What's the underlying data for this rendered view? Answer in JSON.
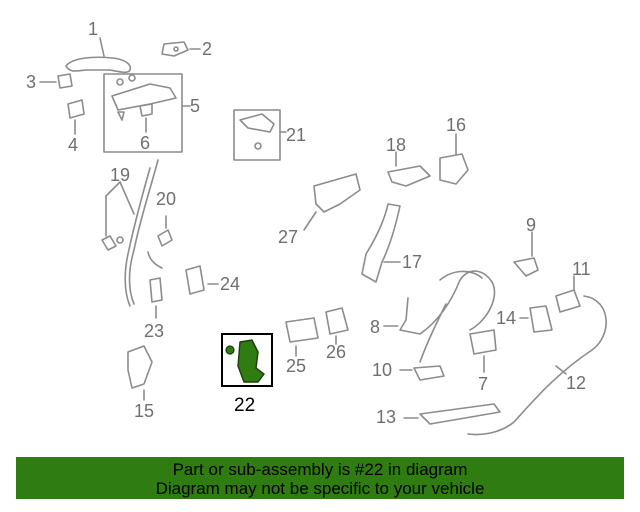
{
  "diagram": {
    "selected_part": "22",
    "callouts": {
      "p1": "1",
      "p2": "2",
      "p3": "3",
      "p4": "4",
      "p5": "5",
      "p6": "6",
      "p7": "7",
      "p8": "8",
      "p9": "9",
      "p10": "10",
      "p11": "11",
      "p12": "12",
      "p13": "13",
      "p14": "14",
      "p15": "15",
      "p16": "16",
      "p17": "17",
      "p18": "18",
      "p19": "19",
      "p20": "20",
      "p21": "21",
      "p22": "22",
      "p23": "23",
      "p24": "24",
      "p25": "25",
      "p26": "26",
      "p27": "27"
    },
    "colors": {
      "line": "#8c8c8c",
      "label": "#6f6f6f",
      "highlight": "#2f7d10"
    }
  },
  "footer": {
    "line1": "Part or sub-assembly is #22 in diagram",
    "line2": "Diagram may not be specific to your vehicle",
    "background": "#2f7d10"
  }
}
